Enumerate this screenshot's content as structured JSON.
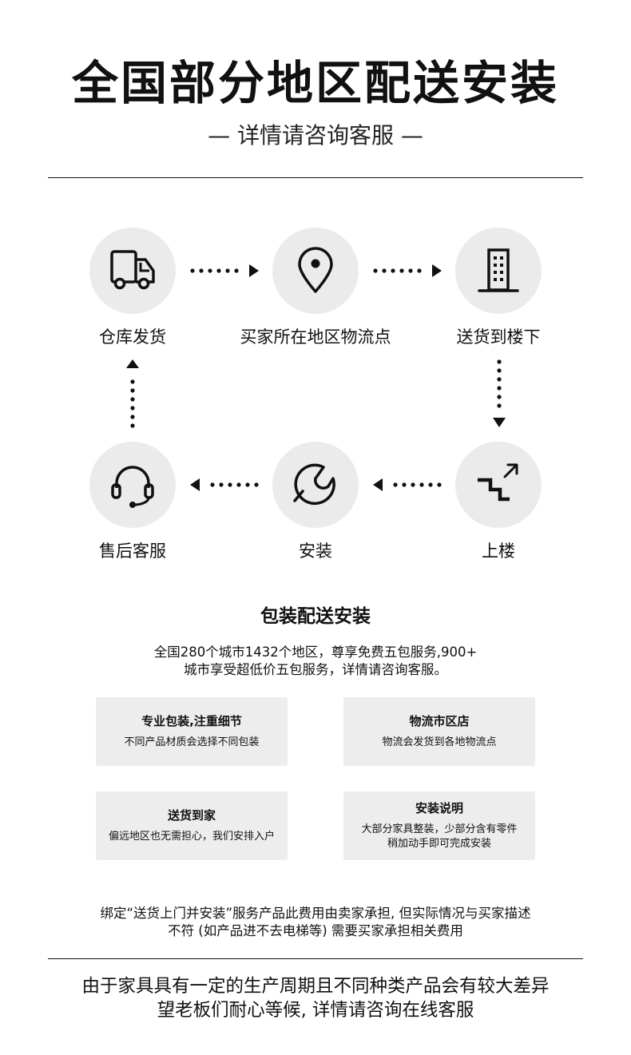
{
  "header": {
    "title": "全国部分地区配送安装",
    "subtitle": "— 详情请咨询客服 —"
  },
  "flow": {
    "steps": [
      {
        "label": "仓库发货",
        "icon": "truck-icon"
      },
      {
        "label": "买家所在地区物流点",
        "icon": "location-pin-icon"
      },
      {
        "label": "送货到楼下",
        "icon": "building-icon"
      },
      {
        "label": "上楼",
        "icon": "stairs-up-icon"
      },
      {
        "label": "安装",
        "icon": "wrench-icon"
      },
      {
        "label": "售后客服",
        "icon": "headset-icon"
      }
    ]
  },
  "package": {
    "heading": "包装配送安装",
    "desc_line1": "全国280个城市1432个地区，尊享免费五包服务,900+",
    "desc_line2": "城市享受超低价五包服务，详情请咨询客服。",
    "cards": [
      {
        "title": "专业包装,注重细节",
        "lines": [
          "不同产品材质会选择不同包装"
        ]
      },
      {
        "title": "物流市区店",
        "lines": [
          "物流会发货到各地物流点"
        ]
      },
      {
        "title": "送货到家",
        "lines": [
          "偏远地区也无需担心，我们安排入户"
        ]
      },
      {
        "title": "安装说明",
        "lines": [
          "大部分家具整装，少部分含有零件",
          "稍加动手即可完成安装"
        ]
      }
    ]
  },
  "note": {
    "line1": "绑定“送货上门并安装”服务产品此费用由卖家承担, 但实际情况与买家描述",
    "line2": "不符 (如产品进不去电梯等) 需要买家承担相关费用"
  },
  "closing": {
    "line1": "由于家具具有一定的生产周期且不同种类产品会有较大差异",
    "line2": "望老板们耐心等候, 详情请咨询在线客服"
  }
}
